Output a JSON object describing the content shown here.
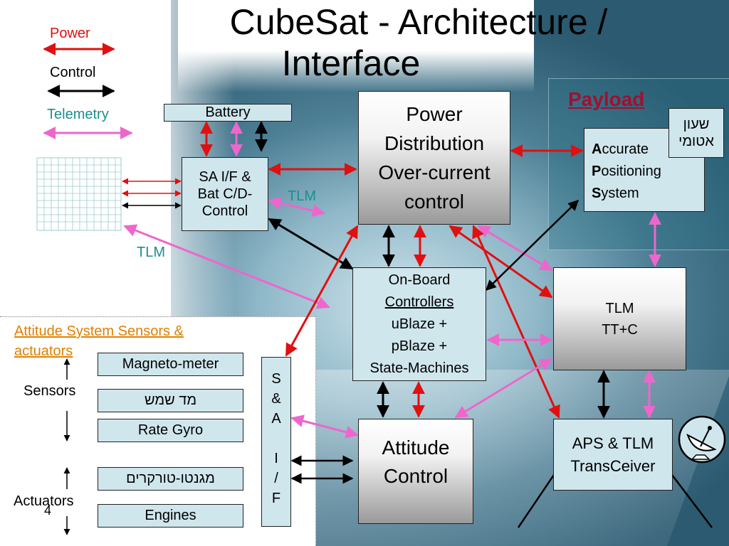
{
  "title": {
    "line1": "CubeSat - Architecture /",
    "line2": "Interface"
  },
  "legend": {
    "power": "Power",
    "control": "Control",
    "telemetry": "Telemetry"
  },
  "boxes": {
    "battery": "Battery",
    "sa_if": [
      "SA I/F &",
      "Bat C/D-",
      "Control"
    ],
    "power_dist": [
      "Power",
      "Distribution",
      "Over-current",
      "control"
    ],
    "aps_payload": {
      "l1_a": "A",
      "l1_b": "ccurate",
      "l2_a": "P",
      "l2_b": "ositioning",
      "l3_a": "S",
      "l3_b": "ystem"
    },
    "atomic_clock": [
      "שעון",
      "אטומי"
    ],
    "obc": [
      "On-Board",
      "Controllers",
      "uBlaze +",
      "pBlaze +",
      "State-Machines"
    ],
    "tlm": [
      "TLM",
      "TT+C"
    ],
    "attitude": [
      "Attitude",
      "Control"
    ],
    "transceiver": [
      "APS & TLM",
      "TransCeiver"
    ],
    "sa_if_vertical": [
      "S",
      "&",
      "A",
      "",
      "I",
      "/",
      "F"
    ],
    "magneto": "Magneto-meter",
    "sun_sensor": "מד שמש",
    "rate_gyro": "Rate Gyro",
    "magnetorquers": "מגנטו-טורקרים",
    "engines": "Engines"
  },
  "labels": {
    "payload": "Payload",
    "tlm1": "TLM",
    "tlm2": "TLM",
    "attitude_section": [
      "Attitude System Sensors & ",
      "actuators"
    ],
    "sensors": "Sensors",
    "actuators": "Actuators",
    "page_number": "4"
  },
  "colors": {
    "power": "#e01010",
    "control": "#000000",
    "telemetry": "#ee66cc",
    "tlm_text": "#1a8f8f",
    "payload": "#a01030",
    "attitude_section": "#e08000"
  },
  "icons": {
    "antenna": "satellite-dish-icon",
    "solar": "solar-panel-icon"
  }
}
